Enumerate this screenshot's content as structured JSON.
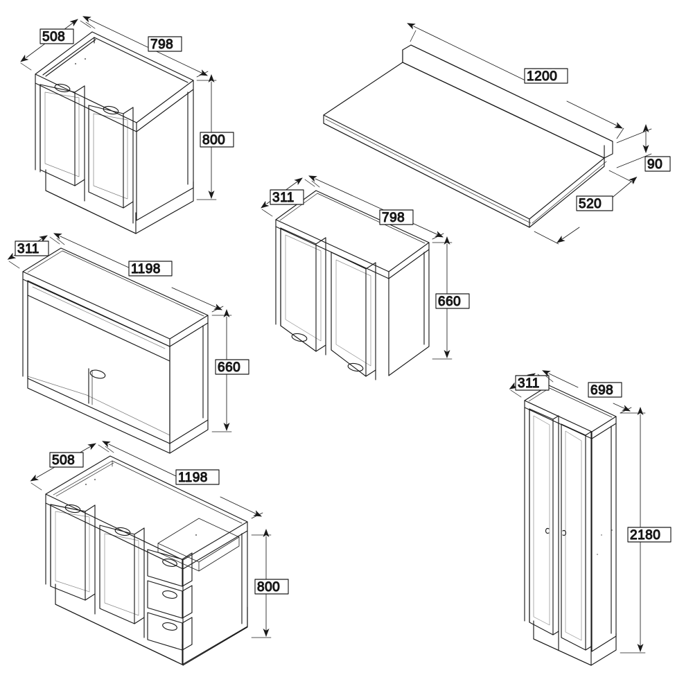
{
  "drawing": {
    "title": "Kitchen Cabinet Dimensioned Assembly Views",
    "type": "isometric-technical-drawing",
    "units": "mm",
    "background_color": "#ffffff",
    "line_color": "#1a1a1a",
    "text_color": "#111111"
  },
  "items": [
    {
      "id": "base-cabinet-800",
      "name": "Base cabinet, two doors",
      "depth": "508",
      "width": "798",
      "height": "800",
      "doors": 2,
      "drawers": 0,
      "has_plinth": true
    },
    {
      "id": "countertop-1200",
      "name": "Countertop with backsplash",
      "length": "1200",
      "depth": "520",
      "backsplash_height": "90"
    },
    {
      "id": "wall-cabinet-798",
      "name": "Wall cabinet, two doors",
      "depth": "311",
      "width": "798",
      "height": "660",
      "doors": 2
    },
    {
      "id": "wall-unit-1198",
      "name": "Wall unit with open shelf",
      "depth": "311",
      "width": "1198",
      "height": "660",
      "open_shelf": true
    },
    {
      "id": "base-cabinet-1198",
      "name": "Base cabinet, two doors and three drawers",
      "depth": "508",
      "width": "1198",
      "height": "800",
      "doors": 2,
      "drawers": 3,
      "has_plinth": true
    },
    {
      "id": "tall-unit-2180",
      "name": "Tall pantry unit, two doors",
      "depth": "311",
      "width": "698",
      "height": "2180",
      "doors": 2,
      "has_plinth": true
    }
  ],
  "dimension_labels": {
    "base800_depth": "508",
    "base800_width": "798",
    "base800_height": "800",
    "counter_length": "1200",
    "counter_backsplash": "90",
    "counter_depth": "520",
    "wall798_depth": "311",
    "wall798_width": "798",
    "wall798_height": "660",
    "wall1198_depth": "311",
    "wall1198_width": "1198",
    "wall1198_height": "660",
    "base1198_depth": "508",
    "base1198_width": "1198",
    "base1198_height": "800",
    "tall_depth": "311",
    "tall_width": "698",
    "tall_height": "2180"
  }
}
